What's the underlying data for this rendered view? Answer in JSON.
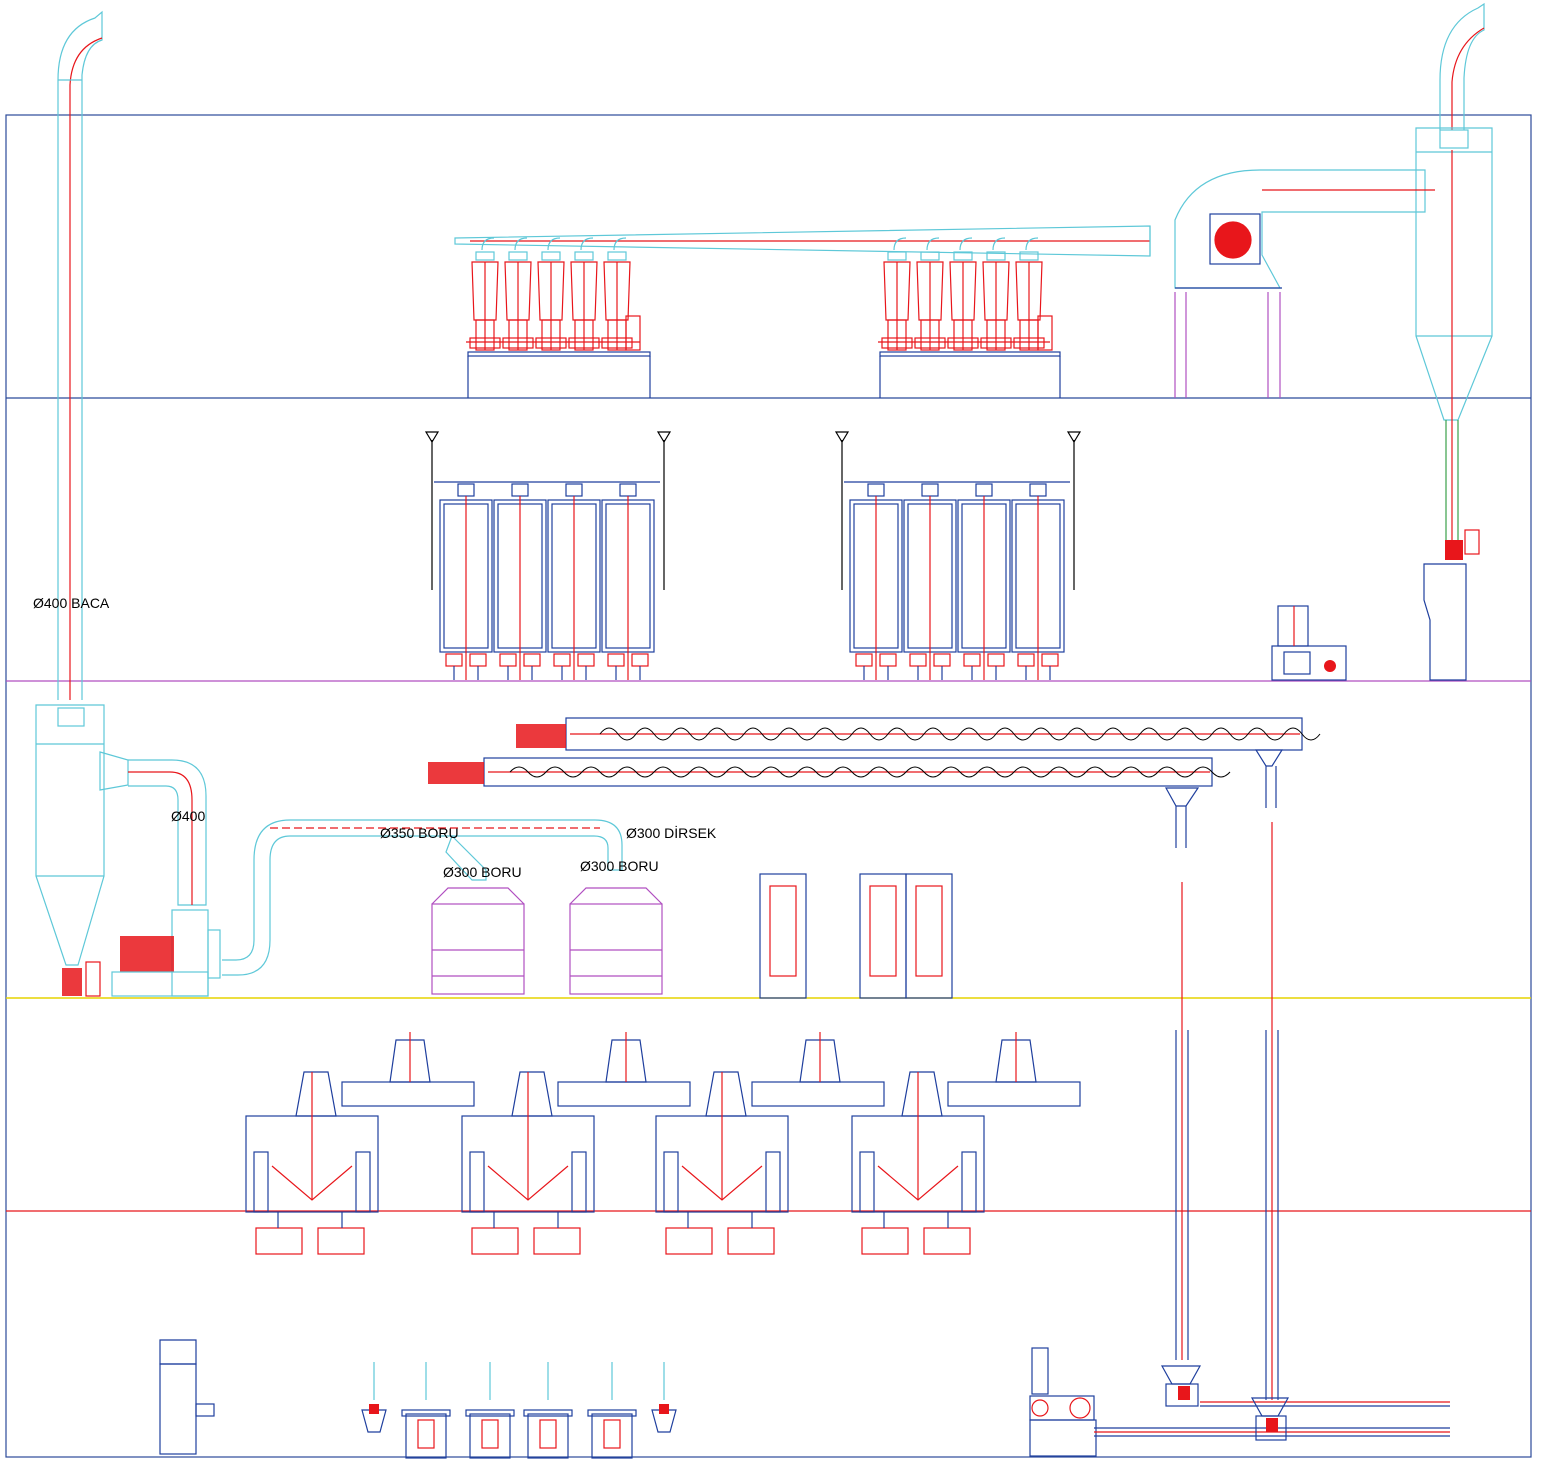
{
  "labels": {
    "chimney": "Ø400 BACA",
    "duct_400": "Ø400",
    "pipe_350": "Ø350 BORU",
    "elbow_300": "Ø300 DİRSEK",
    "pipe_300_a": "Ø300 BORU",
    "pipe_300_b": "Ø300 BORU"
  },
  "colors": {
    "duct": "#5ec8d8",
    "red": "#e8161b",
    "blue": "#1f3f9e",
    "magenta": "#b04fc0",
    "floor_blue": "#2b4a9a",
    "floor_magenta": "#b04fc0",
    "floor_yellow": "#e6d400"
  }
}
